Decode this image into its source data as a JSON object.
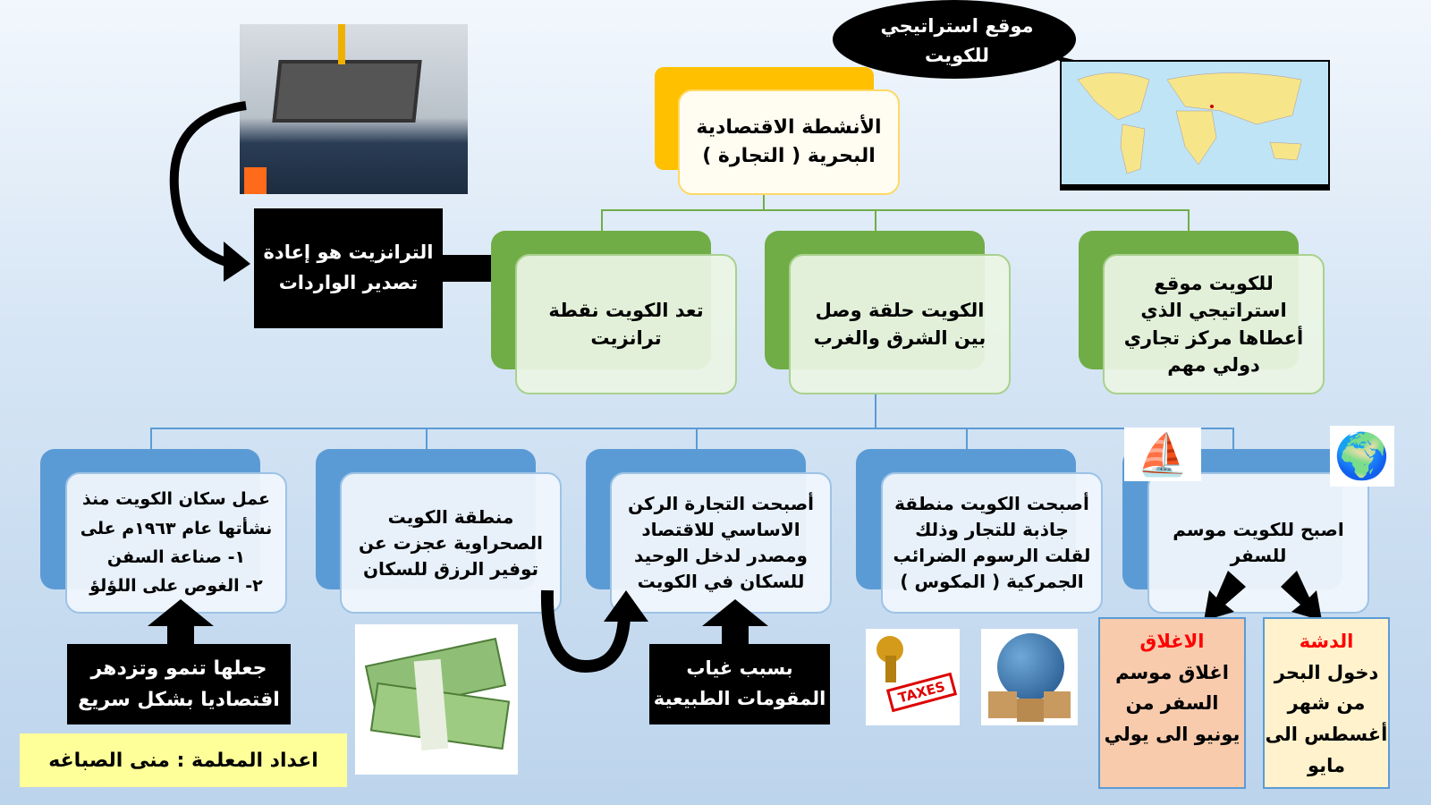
{
  "main_title": "الأنشطة الاقتصادية البحرية ( التجارة )",
  "callout": "موقع استراتيجي للكويت",
  "transit_def": "الترانزيت هو إعادة تصدير الواردات",
  "level1": [
    "تعد الكويت نقطة ترانزيت",
    "الكويت حلقة وصل بين الشرق والغرب",
    "للكويت موقع استراتيجي الذي أعطاها مركز تجاري دولي مهم"
  ],
  "level2": [
    "عمل سكان الكويت منذ نشأتها عام ١٩٦٣م على",
    "١- صناعة السفن",
    "٢- الغوص على اللؤلؤ",
    "منطقة الكويت الصحراوية عجزت عن توفير الرزق للسكان",
    "أصبحت التجارة الركن الاساسي للاقتصاد ومصدر لدخل الوحيد للسكان في الكويت",
    "أصبحت الكويت منطقة جاذبة للتجار وذلك لقلت الرسوم الضرائب الجمركية ( المكوس )",
    "اصبح للكويت موسم للسفر"
  ],
  "notes": {
    "growth": "جعلها تنمو وتزدهر اقتصاديا بشكل سريع",
    "lack": "بسبب غياب المقومات الطبيعية"
  },
  "seasons": [
    {
      "title": "الاغلاق",
      "text": "اغلاق موسم السفر من يونيو الى يولي"
    },
    {
      "title": "الدشة",
      "text": "دخول البحر من شهر أغسطس الى مايو"
    }
  ],
  "credit": "اعداد المعلمة : منى الصباغه",
  "stamp_text": "TAXES",
  "colors": {
    "green": "#70ad47",
    "blue": "#5b9bd5",
    "gold": "#ffc000",
    "red": "#ff0000"
  }
}
